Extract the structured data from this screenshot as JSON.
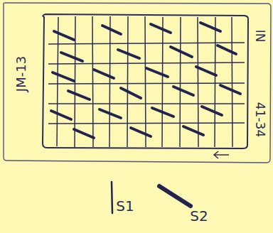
{
  "diagram": {
    "labels": [
      "JM-13",
      "IN",
      "41-34"
    ],
    "legend": [
      {
        "text": "S1"
      },
      {
        "text": "S2"
      }
    ]
  }
}
